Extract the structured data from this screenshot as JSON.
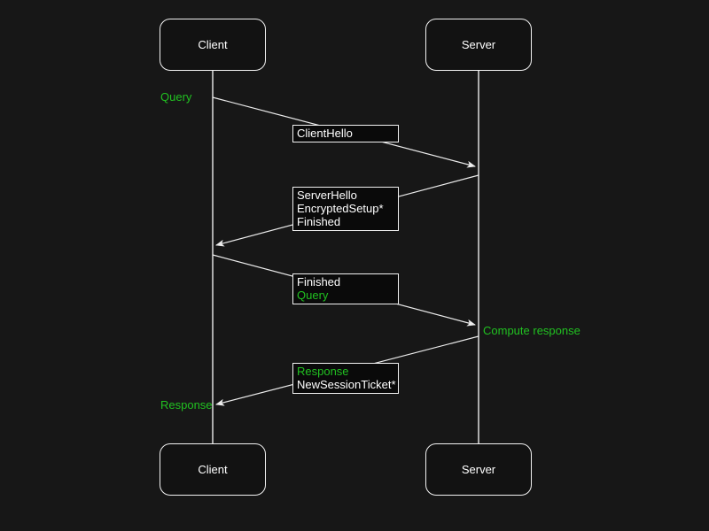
{
  "colors": {
    "background": "#171717",
    "line": "#ececec",
    "text": "#ffffff",
    "green": "#21c121",
    "box_fill": "#0a0a0a",
    "actor_fill": "#121212",
    "border": "#f2f2f2"
  },
  "actors": {
    "top": [
      {
        "label": "Client"
      },
      {
        "label": "Server"
      }
    ],
    "bottom": [
      {
        "label": "Client"
      },
      {
        "label": "Server"
      }
    ]
  },
  "annotations": [
    {
      "text": "Query"
    },
    {
      "text": "Compute response"
    },
    {
      "text": "Response"
    }
  ],
  "messages": [
    {
      "from": "Client",
      "to": "Server",
      "lines": [
        {
          "text": "ClientHello",
          "green": false
        }
      ]
    },
    {
      "from": "Server",
      "to": "Client",
      "lines": [
        {
          "text": "ServerHello",
          "green": false
        },
        {
          "text": "EncryptedSetup*",
          "green": false
        },
        {
          "text": "Finished",
          "green": false
        }
      ]
    },
    {
      "from": "Client",
      "to": "Server",
      "lines": [
        {
          "text": "Finished",
          "green": false
        },
        {
          "text": "Query",
          "green": true
        }
      ]
    },
    {
      "from": "Server",
      "to": "Client",
      "lines": [
        {
          "text": "Response",
          "green": true
        },
        {
          "text": "NewSessionTicket*",
          "green": false
        }
      ]
    }
  ]
}
